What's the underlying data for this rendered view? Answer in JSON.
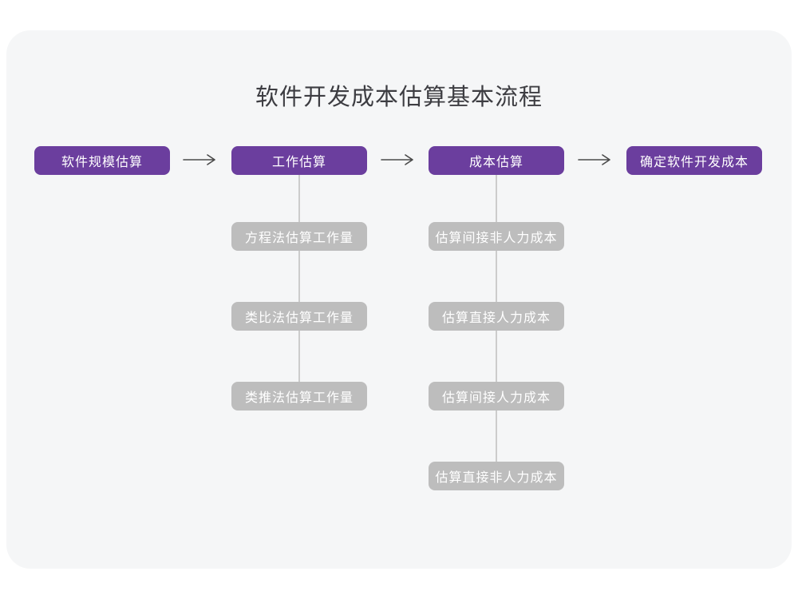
{
  "title": "软件开发成本估算基本流程",
  "colors": {
    "accent_purple": "#6b3e9e",
    "gray_node": "#bdbdbd",
    "card_background": "#f5f6f7",
    "connector_line": "#cccccc",
    "arrow": "#4a4a4a",
    "title_text": "#3d3d42"
  },
  "flow": {
    "main_steps": [
      {
        "label": "软件规模估算"
      },
      {
        "label": "工作估算"
      },
      {
        "label": "成本估算"
      },
      {
        "label": "确定软件开发成本"
      }
    ],
    "work_estimation_methods": [
      "方程法估算工作量",
      "类比法估算工作量",
      "类推法估算工作量"
    ],
    "cost_estimation_steps": [
      "估算间接非人力成本",
      "估算直接人力成本",
      "估算间接人力成本",
      "估算直接非人力成本"
    ]
  }
}
